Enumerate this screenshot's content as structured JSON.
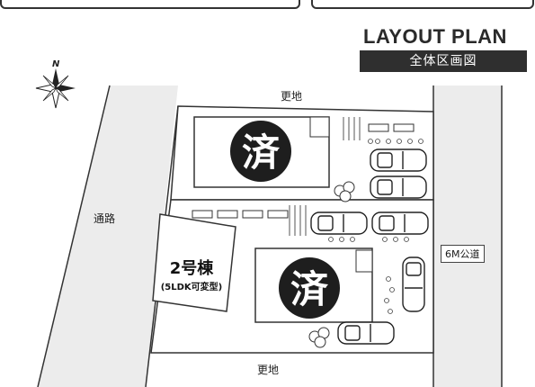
{
  "header": {
    "title": "LAYOUT PLAN",
    "subtitle": "全体区画図"
  },
  "compass": {
    "north_label": "N"
  },
  "labels": {
    "top_neighbor": "更地",
    "bottom_neighbor": "更地",
    "left_road": "通路",
    "right_road": "6M公道"
  },
  "lots": [
    {
      "stamp": "済"
    },
    {
      "stamp": "済"
    }
  ],
  "house2": {
    "name": "2号棟",
    "spec": "(5LDK可変型)"
  }
}
